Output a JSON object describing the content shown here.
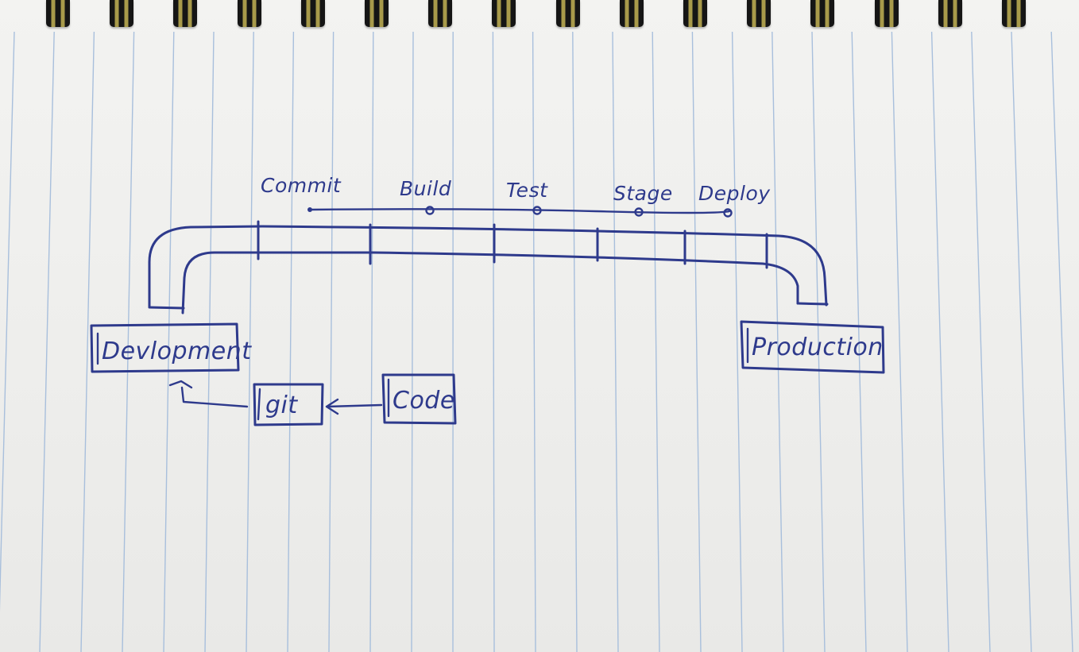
{
  "diagram": {
    "stages": [
      "Commit",
      "Build",
      "Test",
      "Stage",
      "Deploy"
    ],
    "nodes": {
      "development": "Devlopment",
      "production": "Production",
      "git": "git",
      "code": "Code"
    }
  },
  "colors": {
    "ink": "#2e3a8c",
    "paper": "#f0f0ee",
    "rule": "#a8bfdc",
    "binding_dark": "#151515",
    "binding_gold": "#a89a4a"
  }
}
